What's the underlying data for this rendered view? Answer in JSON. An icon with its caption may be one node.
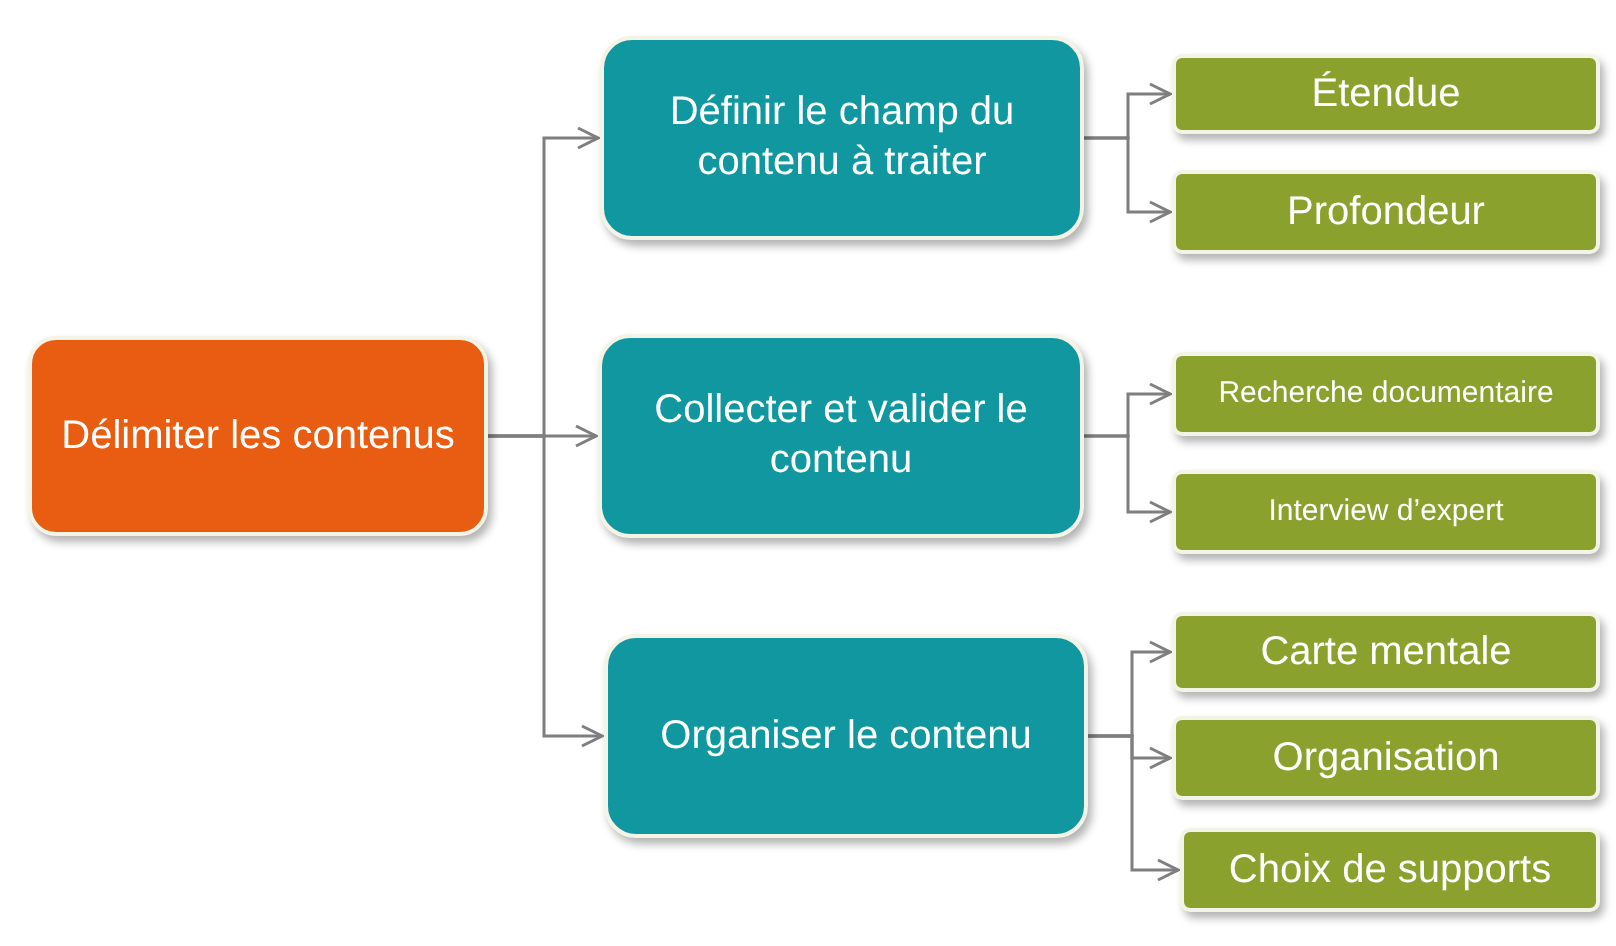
{
  "diagram": {
    "nodes": [
      {
        "text": [
          "Délimiter les contenus"
        ]
      },
      {
        "text": [
          "Définir le champ du contenu à traiter"
        ]
      },
      {
        "text": [
          "Collecter et valider le contenu"
        ]
      },
      {
        "text": [
          "Organiser le contenu"
        ]
      },
      {
        "text": [
          "Étendue"
        ]
      },
      {
        "text": [
          "Profondeur"
        ]
      },
      {
        "text": [
          "Recherche documentaire"
        ]
      },
      {
        "text": [
          "Interview d’expert"
        ]
      },
      {
        "text": [
          "Carte mentale"
        ]
      },
      {
        "text": [
          "Organisation"
        ]
      },
      {
        "text": [
          "Choix de supports"
        ]
      }
    ],
    "edges": [
      {
        "from": 0,
        "to": 1,
        "arrow": "to"
      },
      {
        "from": 0,
        "to": 2,
        "arrow": "to"
      },
      {
        "from": 0,
        "to": 3,
        "arrow": "to"
      },
      {
        "from": 1,
        "to": 4,
        "arrow": "to"
      },
      {
        "from": 1,
        "to": 5,
        "arrow": "to"
      },
      {
        "from": 2,
        "to": 6,
        "arrow": "to"
      },
      {
        "from": 2,
        "to": 7,
        "arrow": "to"
      },
      {
        "from": 3,
        "to": 8,
        "arrow": "to"
      },
      {
        "from": 3,
        "to": 9,
        "arrow": "to"
      },
      {
        "from": 3,
        "to": 10,
        "arrow": "to"
      }
    ]
  }
}
